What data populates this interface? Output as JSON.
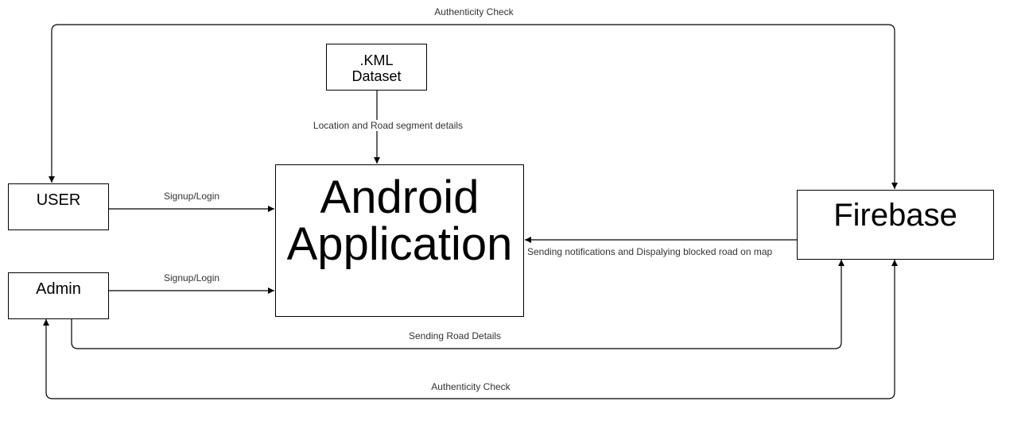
{
  "nodes": {
    "kml": {
      "line1": ".KML",
      "line2": "Dataset"
    },
    "user": "USER",
    "admin": "Admin",
    "android": {
      "line1": "Android",
      "line2": "Application"
    },
    "firebase": "Firebase"
  },
  "edges": {
    "auth_top": "Authenticity Check",
    "kml_to_app": "Location and Road segment details",
    "user_signup": "Signup/Login",
    "admin_signup": "Signup/Login",
    "firebase_to_app": "Sending notifications and Dispalying blocked road on map",
    "road_details": "Sending Road Details",
    "auth_bottom": "Authenticity Check"
  }
}
